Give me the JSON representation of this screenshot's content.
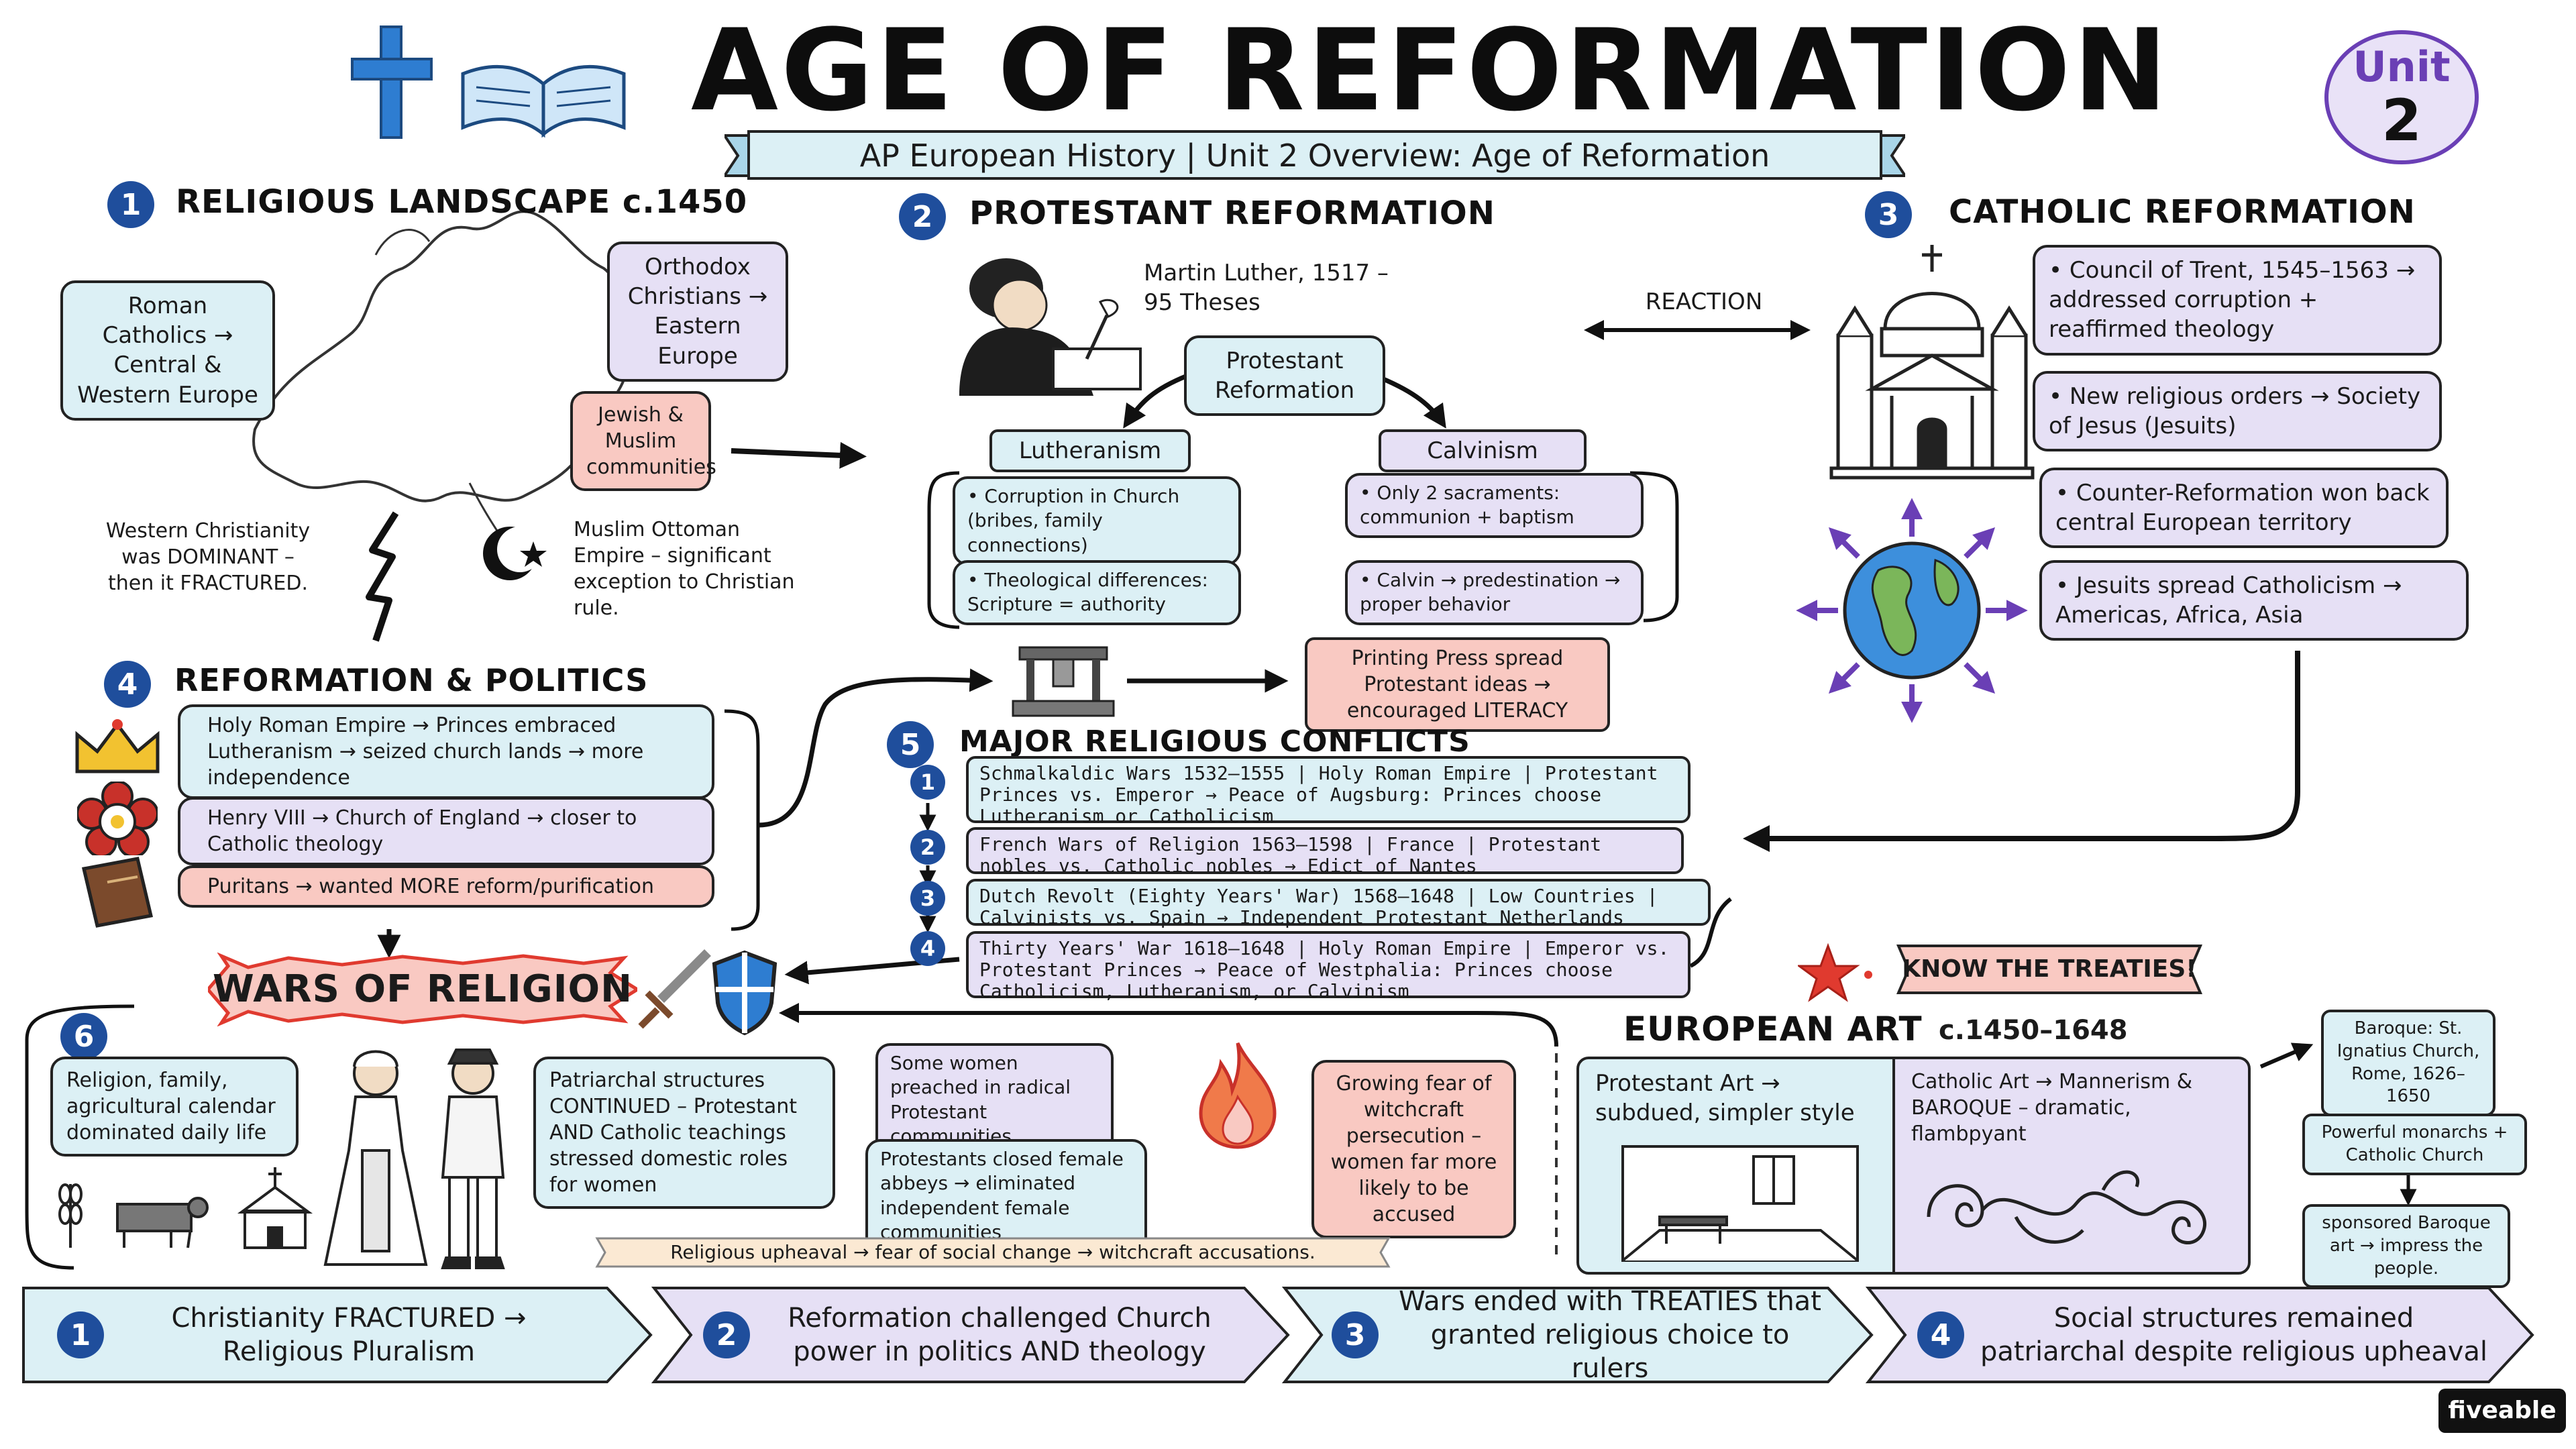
{
  "header": {
    "title": "AGE OF REFORMATION",
    "subtitle": "AP European History | Unit 2 Overview: Age of Reformation",
    "unit_word": "Unit",
    "unit_number": "2"
  },
  "sections": {
    "s1": {
      "number": "1",
      "title": "RELIGIOUS LANDSCAPE c.1450",
      "roman": "Roman Catholics → Central & Western Europe",
      "orthodox": "Orthodox Christians → Eastern Europe",
      "jewish": "Jewish & Muslim communities",
      "western_a": "Western Christianity",
      "western_b": "was DOMINANT –",
      "western_c": "then it FRACTURED.",
      "ottoman": "Muslim Ottoman Empire – significant exception to Christian rule."
    },
    "s2": {
      "number": "2",
      "title": "PROTESTANT REFORMATION",
      "luther": "Martin Luther, 1517 – 95 Theses",
      "center": "Protestant Reformation",
      "lutheranism": "Lutheranism",
      "calvinism": "Calvinism",
      "lut1": "• Corruption in Church (bribes, family connections)",
      "lut2": "• Theological differences: Scripture = authority",
      "cal1": "• Only 2 sacraments: communion + baptism",
      "cal2": "• Calvin → predestination → proper behavior",
      "press": "Printing Press spread Protestant ideas → encouraged LITERACY",
      "reaction": "REACTION"
    },
    "s3": {
      "number": "3",
      "title": "CATHOLIC REFORMATION",
      "c1": "• Council of Trent, 1545–1563 → addressed corruption + reaffirmed theology",
      "c2": "• New religious orders → Society of Jesus (Jesuits)",
      "c3": "• Counter-Reformation won back central European territory",
      "c4": "• Jesuits spread Catholicism → Americas, Africa, Asia"
    },
    "s4": {
      "number": "4",
      "title": "REFORMATION & POLITICS",
      "p1": "Holy Roman Empire → Princes embraced Lutheranism → seized church lands → more independence",
      "p2": "Henry VIII → Church of England → closer to Catholic theology",
      "p3": "Puritans → wanted MORE reform/purification"
    },
    "s5": {
      "number": "5",
      "title": "MAJOR RELIGIOUS CONFLICTS",
      "conflicts": [
        {
          "n": "1",
          "text": "Schmalkaldic Wars 1532–1555 | Holy Roman Empire | Protestant Princes vs. Emperor → Peace of Augsburg: Princes choose Lutheranism or Catholicism"
        },
        {
          "n": "2",
          "text": "French Wars of Religion 1563–1598 | France | Protestant nobles vs. Catholic nobles → Edict of Nantes"
        },
        {
          "n": "3",
          "text": "Dutch Revolt (Eighty Years' War) 1568–1648 | Low Countries | Calvinists vs. Spain → Independent Protestant Netherlands"
        },
        {
          "n": "4",
          "text": "Thirty Years' War 1618–1648 | Holy Roman Empire | Emperor vs. Protestant Princes → Peace of Westphalia: Princes choose Catholicism, Lutheranism, or Calvinism"
        }
      ],
      "know": "KNOW THE TREATIES!"
    },
    "wars_banner": "WARS OF RELIGION",
    "s6": {
      "number": "6",
      "daily": "Religion, family, agricultural calendar dominated daily life",
      "patri": "Patriarchal structures CONTINUED – Protestant AND Catholic teachings stressed domestic roles for women",
      "women": "Some women preached in radical Protestant communities",
      "abbeys": "Protestants closed female abbeys → eliminated independent female communities",
      "witch": "Growing fear of witchcraft persecution – women far more likely to be accused",
      "upheaval": "Religious upheaval → fear of social change → witchcraft accusations."
    },
    "art": {
      "title": "EUROPEAN ART",
      "date": "c.1450–1648",
      "prot": "Protestant Art → subdued, simpler style",
      "cath": "Catholic Art → Mannerism & BAROQUE – dramatic, flambpyant",
      "b1": "Baroque: St. Ignatius Church, Rome, 1626–1650",
      "b2": "Powerful monarchs + Catholic Church",
      "b3": "sponsored Baroque art → impress the people."
    }
  },
  "takeaways": [
    {
      "n": "1",
      "text": "Christianity FRACTURED → Religious Pluralism"
    },
    {
      "n": "2",
      "text": "Reformation challenged Church power in politics AND theology"
    },
    {
      "n": "3",
      "text": "Wars ended with TREATIES that granted religious choice to rulers"
    },
    {
      "n": "4",
      "text": "Social structures remained patriarchal despite religious upheaval"
    }
  ],
  "brand": "fiveable",
  "colors": {
    "blue_box": "#dcf0f5",
    "lavender_box": "#e6e0f5",
    "pink_box": "#f9c9c2",
    "badge": "#1f4e9c",
    "accent_blue": "#2e7dd1",
    "accent_red": "#e03a2f",
    "purple": "#6a3fb5"
  }
}
